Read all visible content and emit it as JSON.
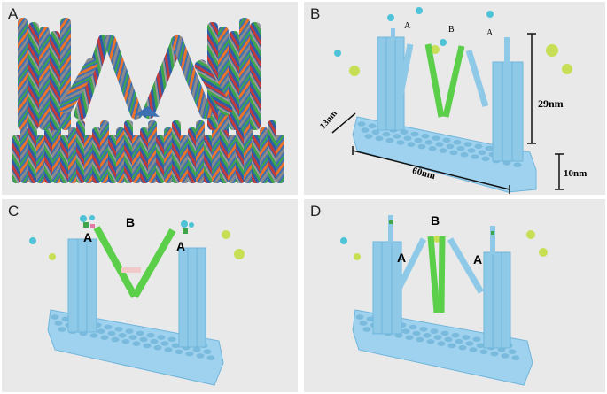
{
  "panels": [
    {
      "id": "A",
      "label": "A"
    },
    {
      "id": "B",
      "label": "B",
      "arm_labels": [
        "A",
        "B",
        "A"
      ],
      "dimensions": {
        "width": "60nm",
        "depth": "13nm",
        "base_height": "10nm",
        "total_height": "29nm"
      }
    },
    {
      "id": "C",
      "label": "C",
      "arm_labels": [
        "A",
        "B",
        "A"
      ]
    },
    {
      "id": "D",
      "label": "D",
      "arm_labels": [
        "A",
        "B",
        "A"
      ]
    }
  ],
  "colors": {
    "panel_bg": "#e9e9e9",
    "helix_blue": "#8fc9e8",
    "helix_blue_dark": "#5aa6d0",
    "arm_green": "#5ccf4a",
    "particle_cyan": "#4ec3d8",
    "particle_yellow": "#c6df55",
    "striped_palette": [
      "#3d6fb3",
      "#e8732a",
      "#3fa54a",
      "#c23b3b",
      "#8a8a8a",
      "#6a3fb3"
    ]
  }
}
